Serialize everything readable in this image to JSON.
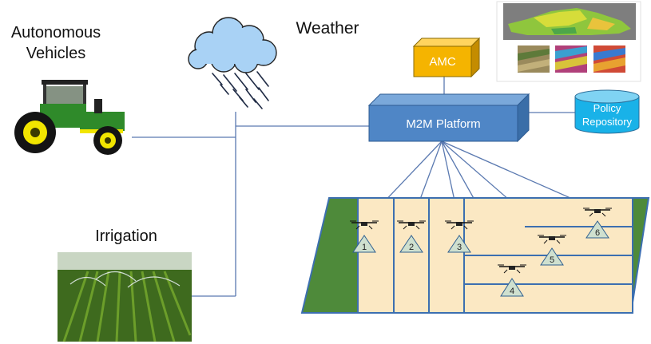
{
  "labels": {
    "autonomous_line1": "Autonomous",
    "autonomous_line2": "Vehicles",
    "weather": "Weather",
    "irrigation": "Irrigation",
    "amc": "AMC",
    "m2m": "M2M Platform",
    "policy_line1": "Policy",
    "policy_line2": "Repository"
  },
  "drone_numbers": [
    "1",
    "2",
    "3",
    "4",
    "5",
    "6"
  ],
  "colors": {
    "line": "#5a79b0",
    "amc_face": "#f5b400",
    "m2m_face": "#4f86c6",
    "policy_face": "#19b2e8",
    "field_fill": "#fbe8c3",
    "field_border": "#3c6fb0",
    "grass": "#4e8a3a",
    "tractor_green": "#2f8a2a",
    "tractor_yellow": "#f2e600",
    "cloud": "#a9d2f5"
  }
}
